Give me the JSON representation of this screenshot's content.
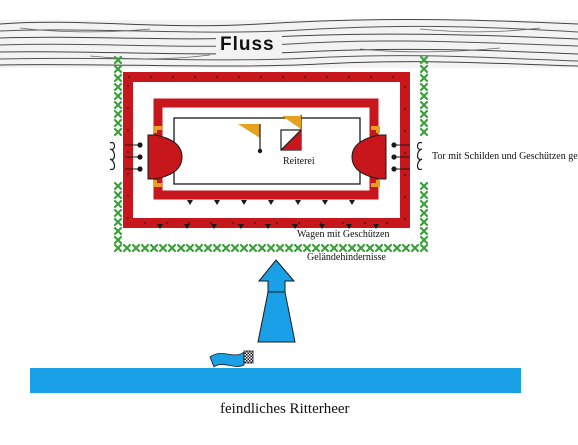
{
  "labels": {
    "river": "Fluss",
    "cavalry": "Reiterei",
    "gate": "Tor mit Schilden und Geschützen gesichert",
    "wagons": "Wagen mit Geschützen",
    "obstacles": "Geländehindernisse",
    "enemy": "feindliches Ritterheer"
  },
  "colors": {
    "wagon_red": "#c8161d",
    "obstacle_green": "#3ba13b",
    "enemy_blue": "#1aa0e6",
    "flag_orange": "#e8a020",
    "ink": "#1a1a1a"
  },
  "icons": {
    "cavalry_symbol": "crossed-box-flag-icon",
    "gate_guard": "shield-gun-icon",
    "attack_arrow": "up-arrow-icon",
    "enemy_banner": "checkered-flag-icon"
  }
}
